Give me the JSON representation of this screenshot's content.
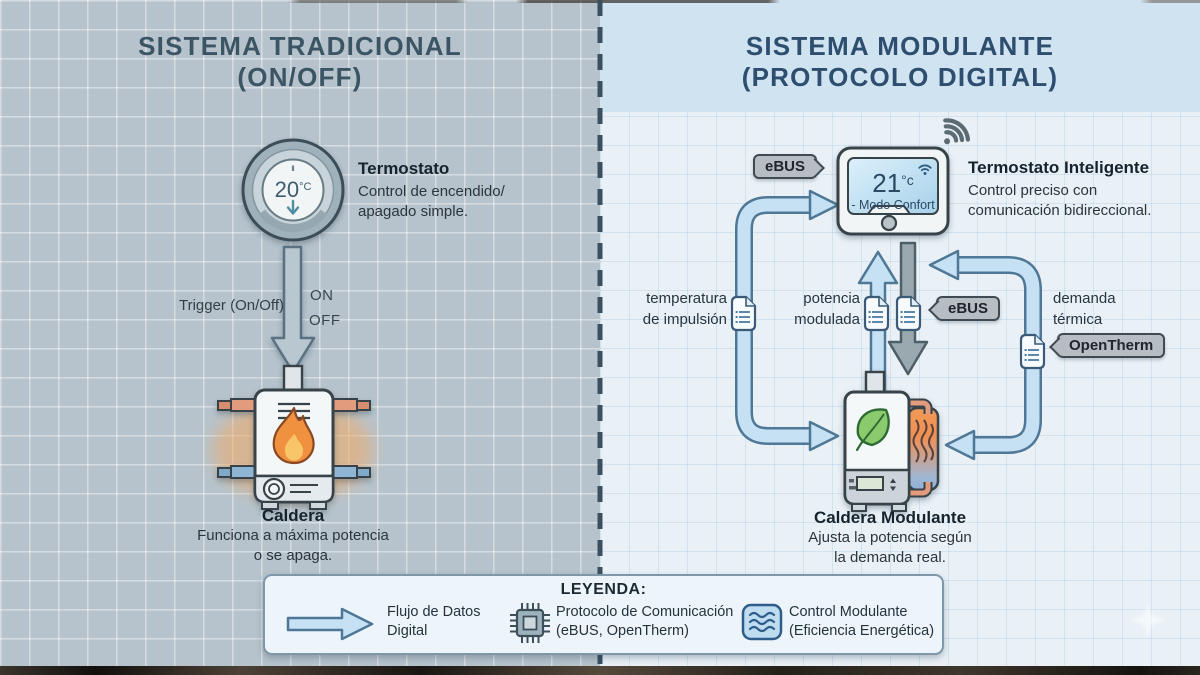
{
  "left_panel": {
    "title_line1": "SISTEMA TRADICIONAL",
    "title_line2": "(ON/OFF)",
    "thermostat": {
      "display_value": "20",
      "display_unit": "°C",
      "name": "Termostato",
      "desc_line1": "Control de encendido/",
      "desc_line2": "apagado simple."
    },
    "flow": {
      "label": "Trigger (On/Off)",
      "state_on": "ON",
      "state_off": "OFF"
    },
    "boiler": {
      "name": "Caldera",
      "desc_line1": "Funciona a máxima potencia",
      "desc_line2": "o se apaga."
    }
  },
  "right_panel": {
    "title_line1": "SISTEMA MODULANTE",
    "title_line2": "(PROTOCOLO DIGITAL)",
    "thermostat": {
      "display_value": "21",
      "display_unit": "°c",
      "mode_label": "- Modo Confort",
      "name": "Termostato Inteligente",
      "desc_line1": "Control preciso con",
      "desc_line2": "comunicación bidireccional."
    },
    "tags": {
      "ebus_top": "eBUS",
      "ebus_middle": "eBUS",
      "opentherm": "OpenTherm"
    },
    "flows": {
      "supply_temp_line1": "temperatura",
      "supply_temp_line2": "de impulsión",
      "modulated_power_line1": "potencia",
      "modulated_power_line2": "modulada",
      "thermal_demand_line1": "demanda",
      "thermal_demand_line2": "térmica"
    },
    "boiler": {
      "name": "Caldera Modulante",
      "desc_line1": "Ajusta la potencia según",
      "desc_line2": "la demanda real."
    }
  },
  "legend": {
    "title": "LEYENDA:",
    "items": [
      {
        "icon": "data-flow-arrow-icon",
        "label_line1": "Flujo de Datos",
        "label_line2": "Digital"
      },
      {
        "icon": "comm-protocol-chip-icon",
        "label_line1": "Protocolo de Comunicación",
        "label_line2": "(eBUS, OpenTherm)"
      },
      {
        "icon": "modulating-control-waves-icon",
        "label_line1": "Control Modulante",
        "label_line2": "(Eficiencia Energética)"
      }
    ]
  },
  "colors": {
    "left_bg": "#b6c3cc",
    "right_bg": "#e9f1f7",
    "right_band": "#d0e3f0",
    "title_left": "#3c5565",
    "title_right": "#2d4e6e",
    "flow_arrow_fill": "#c6e1f3",
    "flow_arrow_outline": "#4f7796",
    "gray_arrow_fill": "#9aa8b0",
    "tag_bg": "#b6bec4",
    "flame_orange": "#f09140",
    "leaf_green": "#8bcb6d",
    "accent_teal": "#4f8ea0"
  }
}
